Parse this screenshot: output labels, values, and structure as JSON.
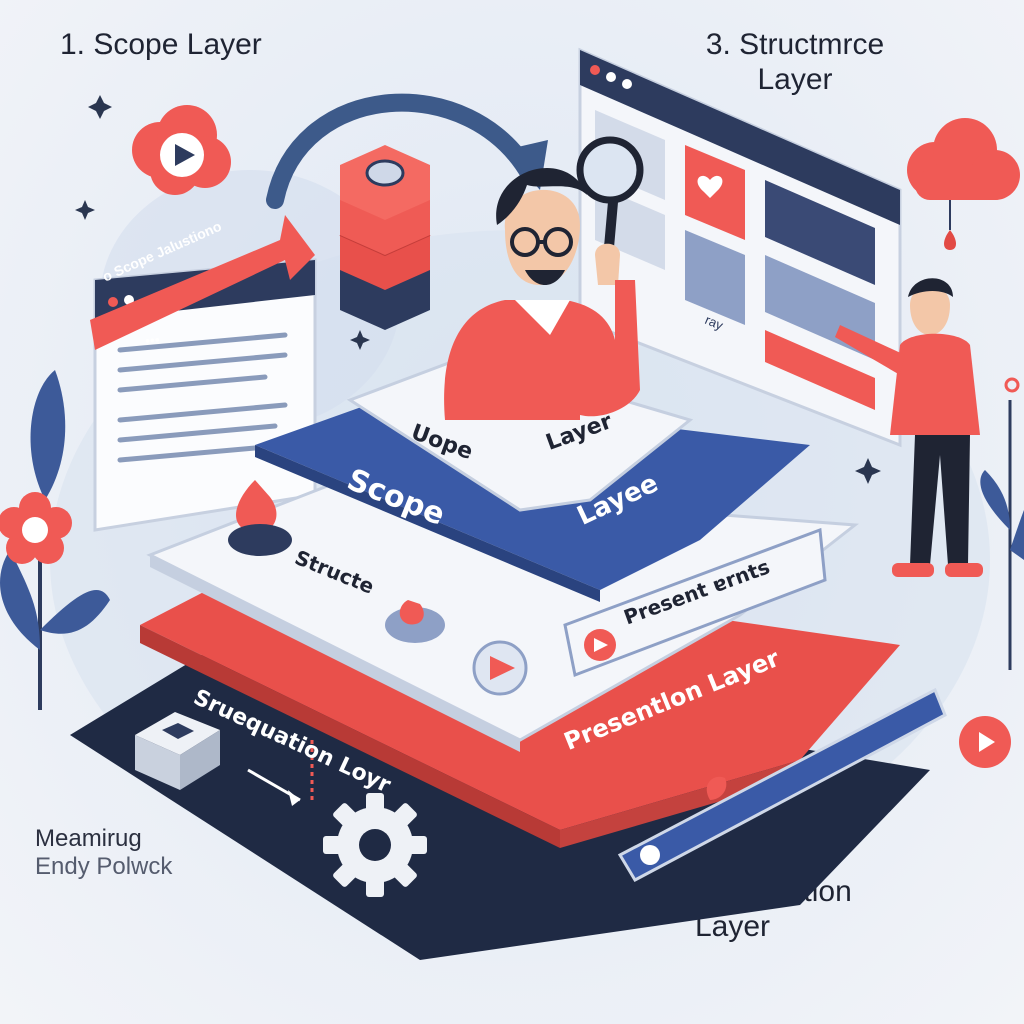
{
  "headings": {
    "scope": "1. Scope Layer",
    "structure_line1": "3. Structmrce",
    "structure_line2": "Layer",
    "presentation_line1": "4. Presentation",
    "presentation_line2": "Layer"
  },
  "credit": {
    "line1": "Meamirug",
    "line2": "Endy Polwck"
  },
  "layers": {
    "top_card_word1": "Uope",
    "top_card_word2": "Layer",
    "blue_word1": "Scope",
    "blue_word2": "Layee",
    "white_structure": "Structe",
    "white_pill": "Present ɐrnts",
    "red_left": "Sruequation Loyr",
    "red_right": "Presentlon Layer"
  },
  "left_window": {
    "red_banner": "o Scope Jalustiono",
    "title": "•••"
  },
  "right_window": {
    "tile_label": "ray"
  },
  "colors": {
    "accent_red": "#f05a55",
    "navy": "#1f2a44",
    "blue": "#3b5ba9",
    "light": "#f4f6fa"
  },
  "icons": [
    "play-icon",
    "cloud-icon",
    "magnifier-icon",
    "gear-icon",
    "cube-icon",
    "flower-icon",
    "sparkle-icon",
    "arrow-icon",
    "heart-icon"
  ]
}
